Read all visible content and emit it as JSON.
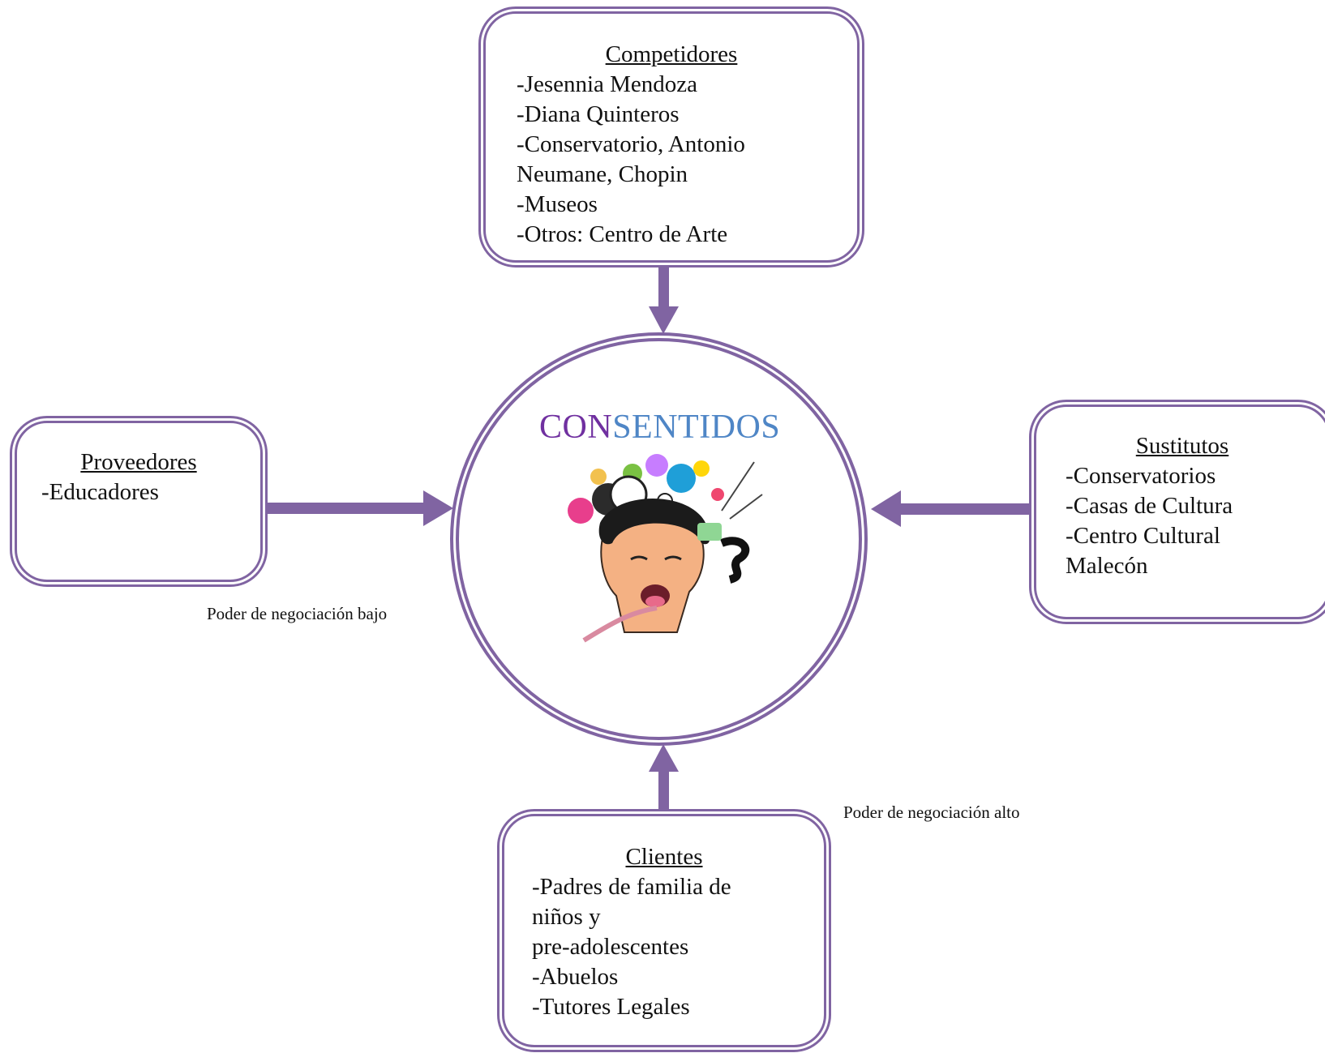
{
  "competidores": {
    "title": "Competidores",
    "lines": [
      "-Jesennia Mendoza",
      "-Diana Quinteros",
      "-Conservatorio, Antonio",
      "Neumane, Chopin",
      "-Museos",
      "-Otros: Centro de Arte"
    ]
  },
  "proveedores": {
    "title": "Proveedores",
    "lines": [
      "-Educadores"
    ]
  },
  "sustitutos": {
    "title": "Sustitutos",
    "lines": [
      "-Conservatorios",
      "-Casas de Cultura",
      "-Centro Cultural",
      "Malecón"
    ]
  },
  "clientes": {
    "title": "Clientes",
    "lines": [
      "-Padres de familia de",
      "niños y",
      "pre-adolescentes",
      "-Abuelos",
      "-Tutores Legales"
    ]
  },
  "center": {
    "brand_part1": "CON",
    "brand_part2": "SENTIDOS"
  },
  "notes": {
    "proveedores": "Poder de negociación bajo",
    "clientes": "Poder de negociación alto"
  },
  "colors": {
    "accent": "#8064a2",
    "brand_con": "#7030a0",
    "brand_sentidos": "#4f86c6"
  }
}
